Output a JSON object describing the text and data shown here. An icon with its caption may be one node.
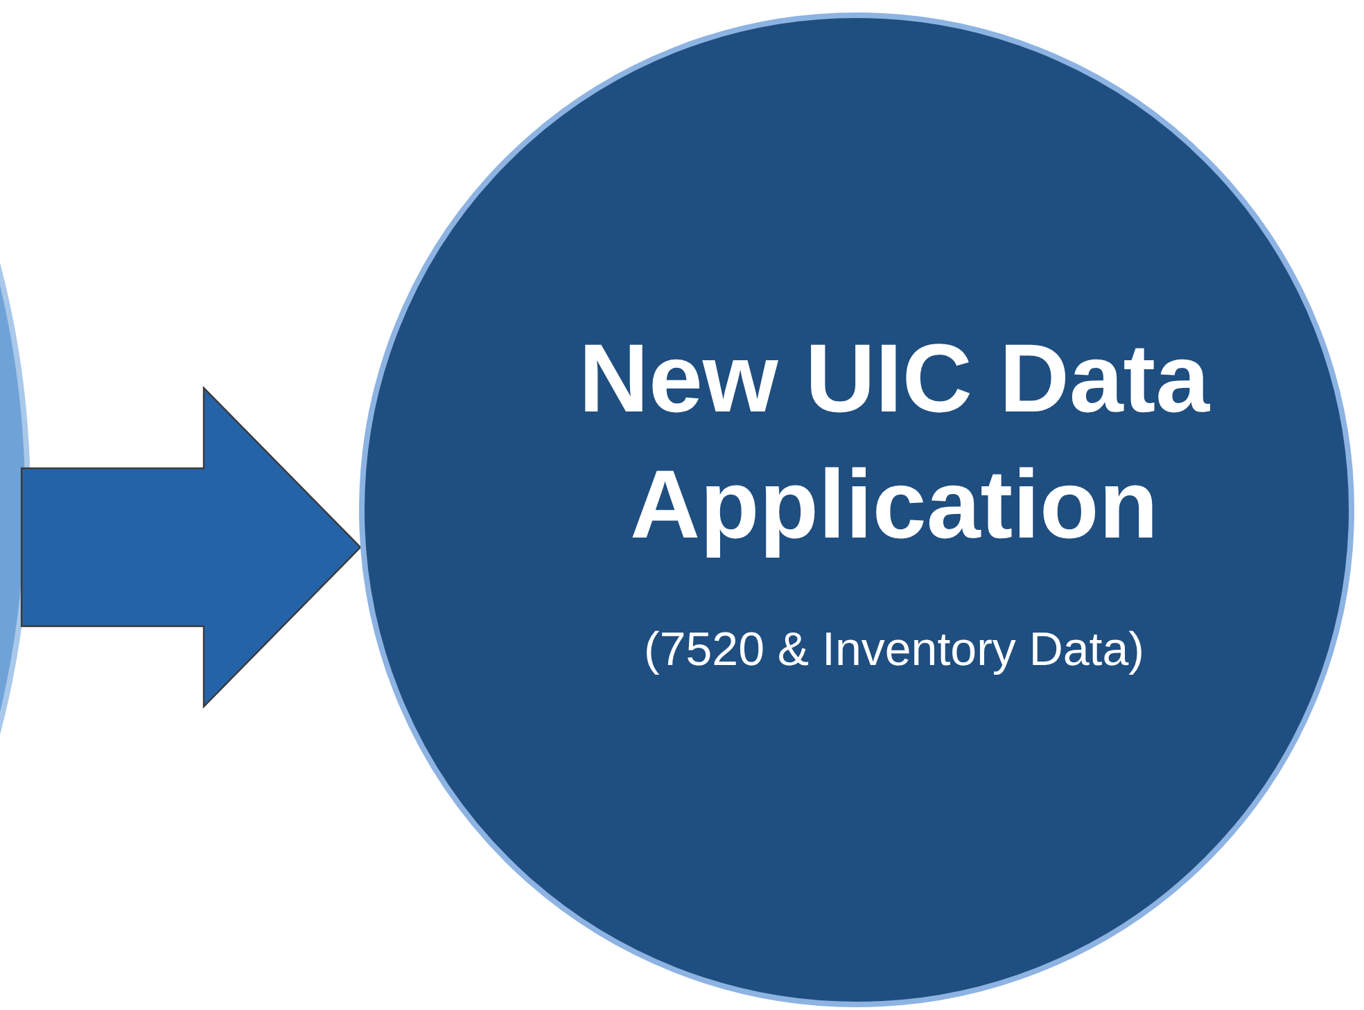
{
  "diagram": {
    "nodes": [
      {
        "text": [],
        "shape": "circle"
      },
      {
        "text": [
          "New UIC Data Application",
          "(7520 & Inventory Data)"
        ]
      }
    ],
    "edges": [
      {
        "from": 0,
        "to": 1,
        "arrow": "to"
      }
    ]
  }
}
